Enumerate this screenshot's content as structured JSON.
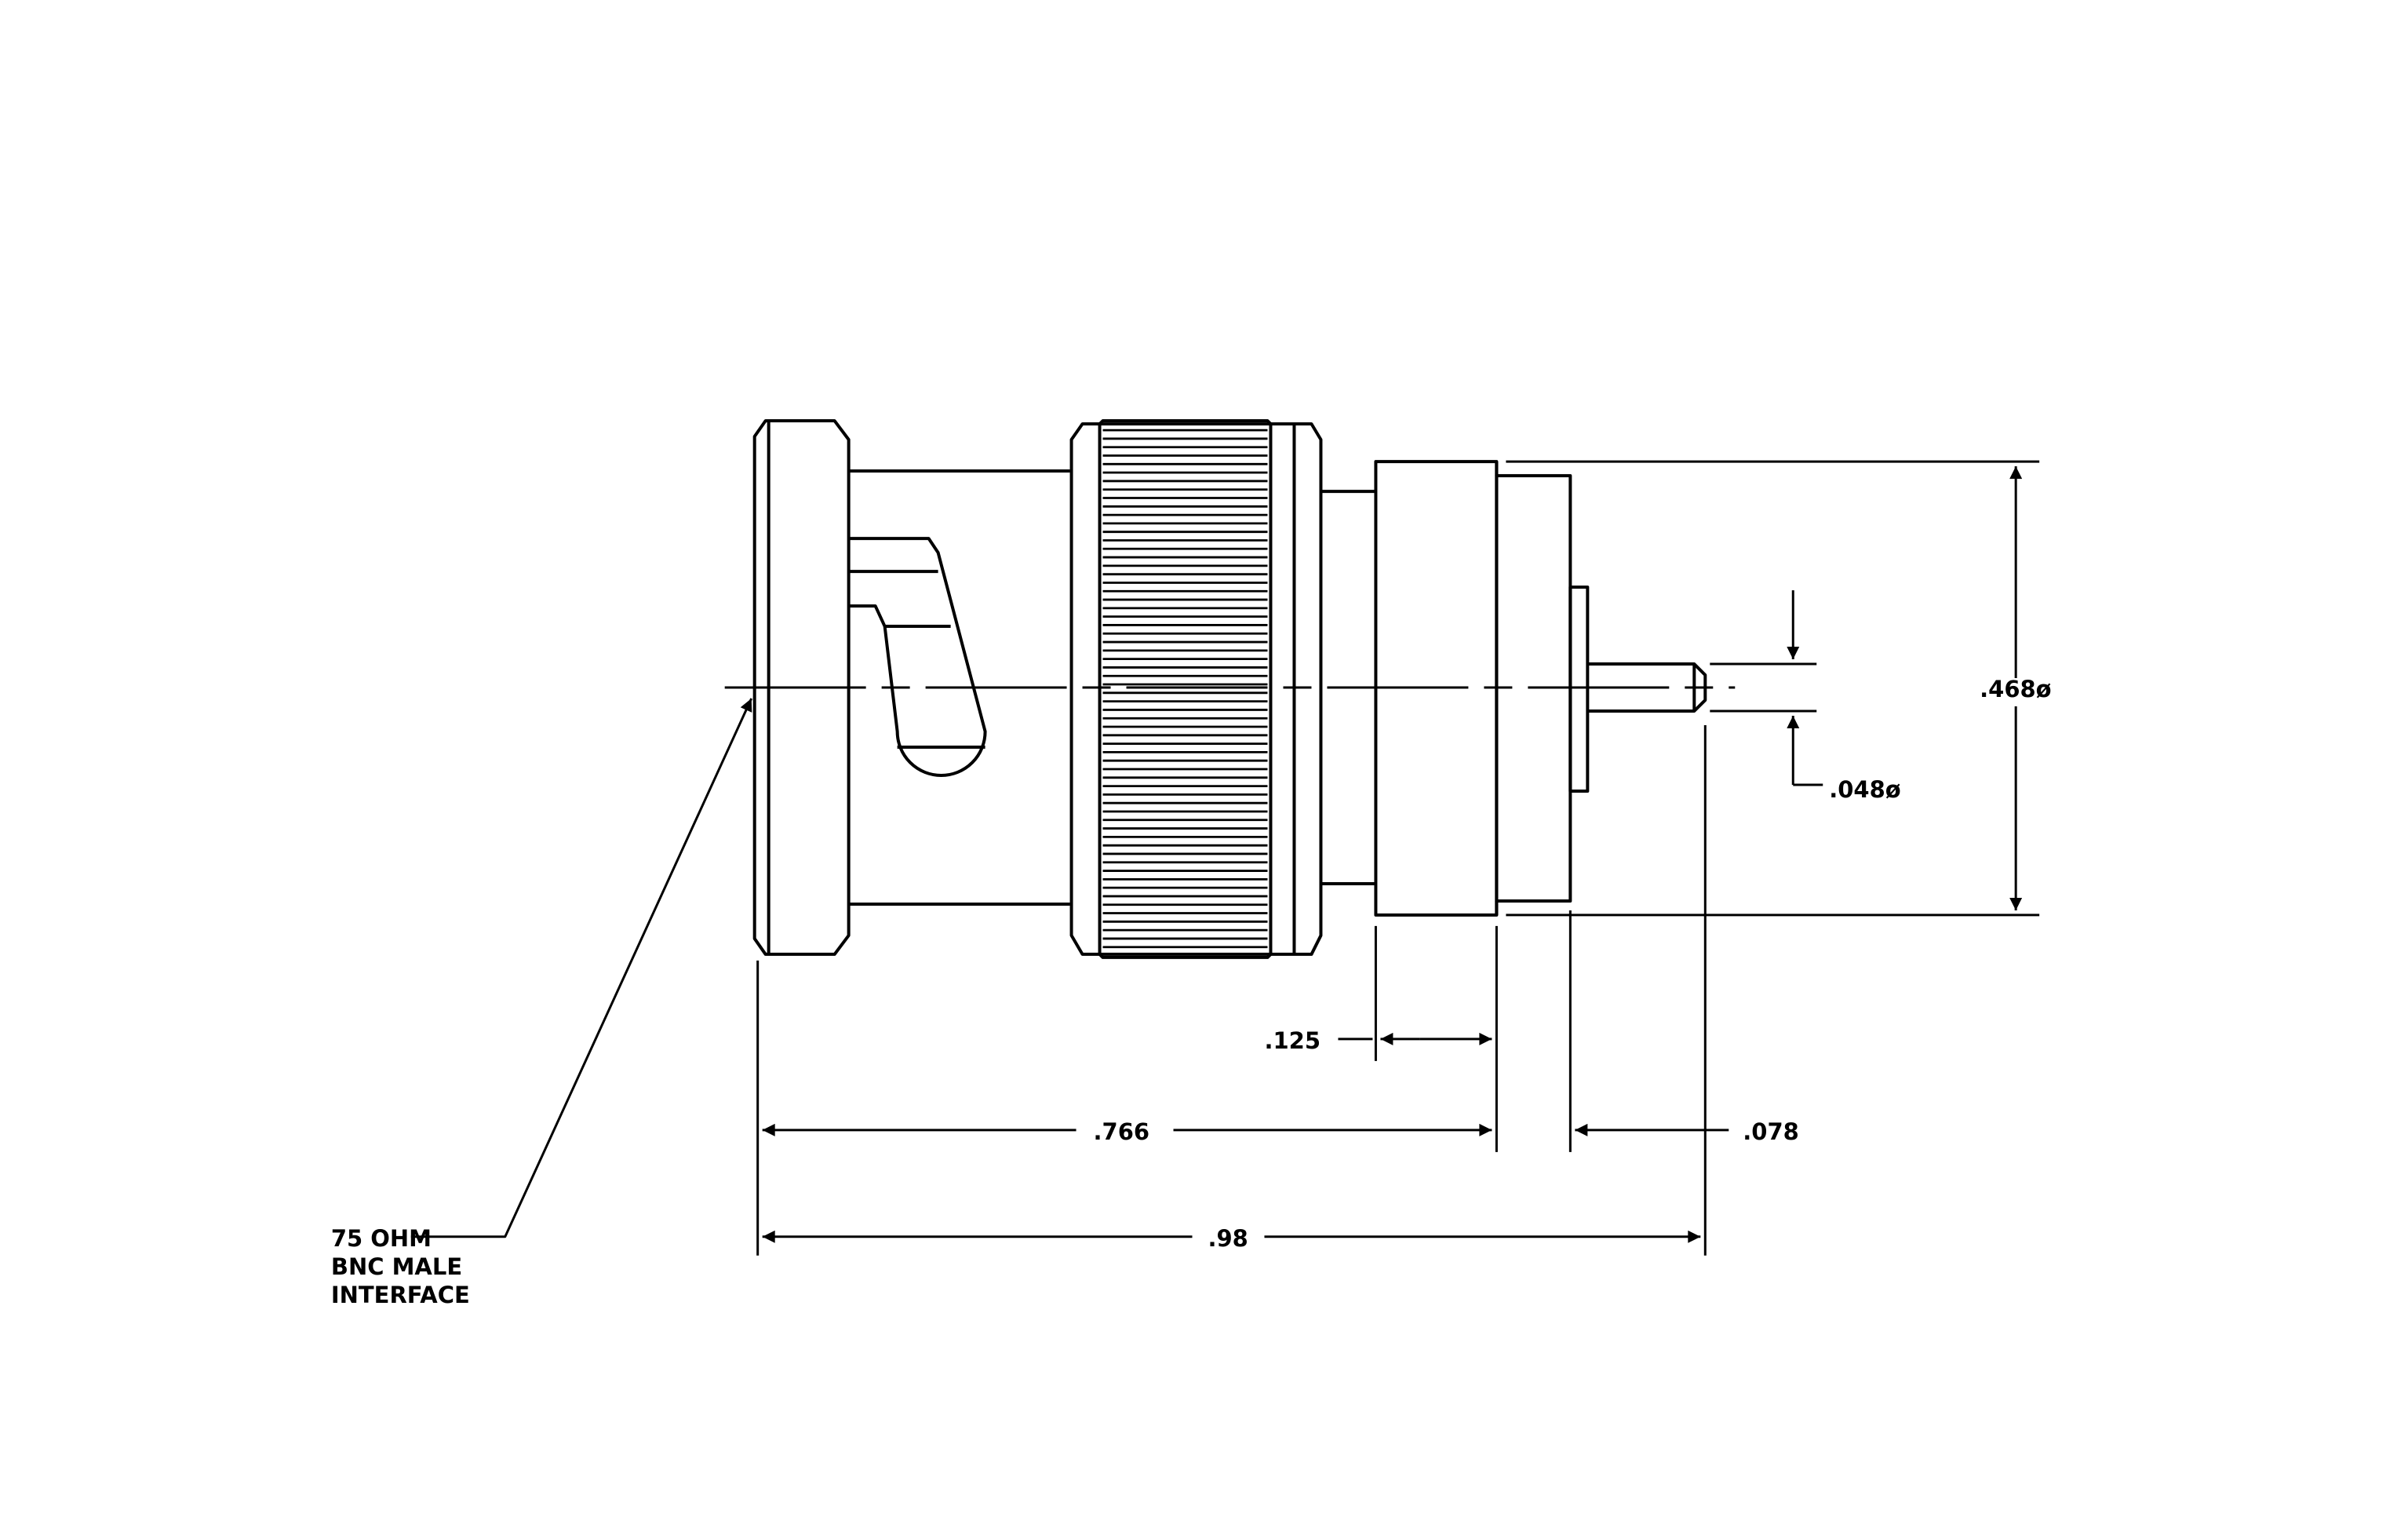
{
  "drawing": {
    "part": "BNC male connector",
    "line_color": "#000000",
    "background": "#ffffff"
  },
  "dimensions": {
    "overall_diameter": ".468ø",
    "pin_diameter": ".048ø",
    "flange_width": ".125",
    "body_length": ".766",
    "pin_extension": ".078",
    "overall_length": ".98"
  },
  "callout": {
    "line1": "75 OHM",
    "line2": "BNC MALE",
    "line3": "INTERFACE"
  }
}
